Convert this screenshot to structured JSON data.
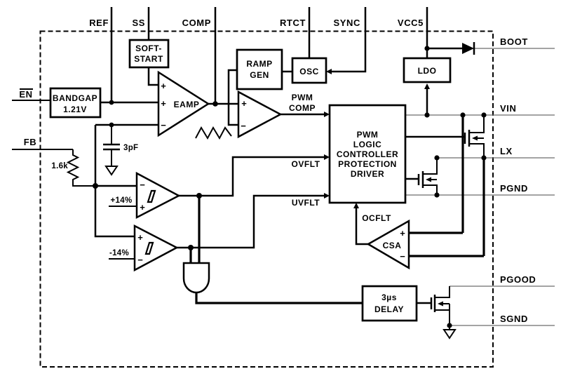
{
  "pins": {
    "ref": "REF",
    "ss": "SS",
    "comp": "COMP",
    "rtct": "RTCT",
    "sync": "SYNC",
    "vcc5": "VCC5",
    "boot": "BOOT",
    "vin": "VIN",
    "lx": "LX",
    "pgnd": "PGND",
    "pgood": "PGOOD",
    "sgnd": "SGND",
    "en": "EN",
    "fb": "FB"
  },
  "blocks": {
    "soft_start": {
      "line1": "SOFT-",
      "line2": "START"
    },
    "bandgap": {
      "line1": "BANDGAP",
      "line2": "1.21V"
    },
    "ramp_gen": {
      "line1": "RAMP",
      "line2": "GEN"
    },
    "osc": {
      "label": "OSC"
    },
    "ldo": {
      "label": "LDO"
    },
    "pwm_logic": {
      "lines": [
        "PWM",
        "LOGIC",
        "CONTROLLER",
        "PROTECTION",
        "DRIVER"
      ]
    },
    "delay": {
      "line1": "3µs",
      "line2": "DELAY"
    }
  },
  "amplifiers": {
    "eamp": "EAMP",
    "csa": "CSA"
  },
  "signals": {
    "pwm_comp_line1": "PWM",
    "pwm_comp_line2": "COMP",
    "ovflt": "OVFLT",
    "uvflt": "UVFLT",
    "ocflt": "OCFLT"
  },
  "values": {
    "feedback_resistor": "1.6k",
    "filter_capacitor": "3pF",
    "ov_threshold": "+14%",
    "uv_threshold": "-14%"
  },
  "marks": {
    "plus": "+",
    "minus": "−"
  },
  "colors": {
    "line": "#000000",
    "rail": "#6e6e6e",
    "background": "#ffffff"
  }
}
